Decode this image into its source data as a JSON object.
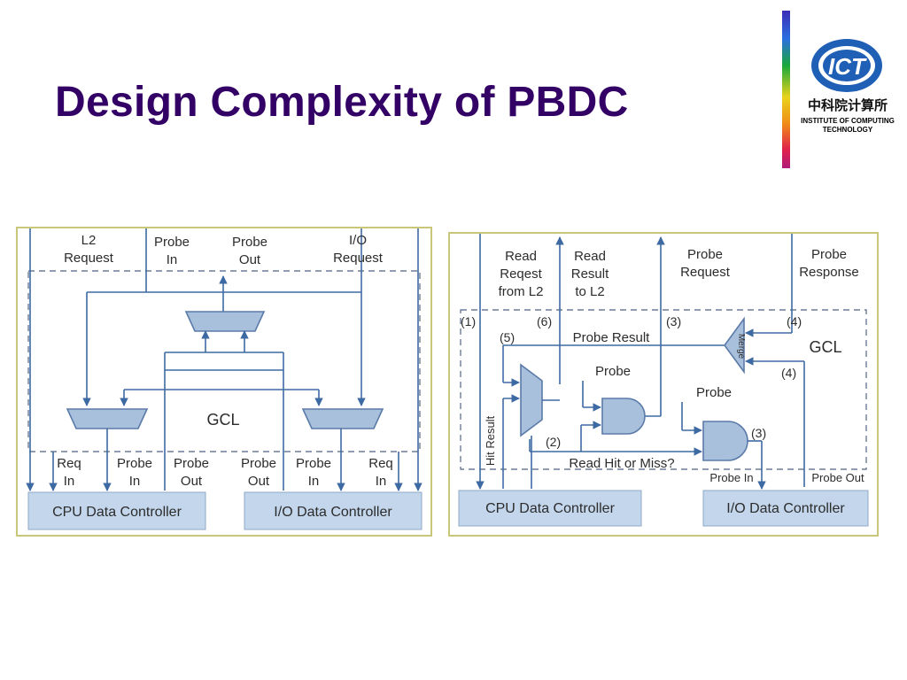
{
  "slide": {
    "title": "Design Complexity of PBDC"
  },
  "logo": {
    "mark": "ICT",
    "chinese": "中科院计算所",
    "line1": "INSTITUTE OF COMPUTING",
    "line2": "TECHNOLOGY"
  },
  "left_diagram": {
    "top_labels": {
      "l2_request_1": "L2",
      "l2_request_2": "Request",
      "probe_in_1": "Probe",
      "probe_in_2": "In",
      "probe_out_1": "Probe",
      "probe_out_2": "Out",
      "io_request_1": "I/O",
      "io_request_2": "Request"
    },
    "gcl": "GCL",
    "bottom_labels": [
      {
        "l1": "Req",
        "l2": "In"
      },
      {
        "l1": "Probe",
        "l2": "In"
      },
      {
        "l1": "Probe",
        "l2": "Out"
      },
      {
        "l1": "Probe",
        "l2": "Out"
      },
      {
        "l1": "Probe",
        "l2": "In"
      },
      {
        "l1": "Req",
        "l2": "In"
      }
    ],
    "cpu_controller": "CPU Data Controller",
    "io_controller": "I/O Data Controller"
  },
  "right_diagram": {
    "top_labels": {
      "read_request_1": "Read",
      "read_request_2": "Reqest",
      "read_request_3": "from L2",
      "read_result_1": "Read",
      "read_result_2": "Result",
      "read_result_3": "to L2",
      "probe_request_1": "Probe",
      "probe_request_2": "Request",
      "probe_response_1": "Probe",
      "probe_response_2": "Response"
    },
    "markers": {
      "m1": "(1)",
      "m6": "(6)",
      "m3a": "(3)",
      "m4a": "(4)",
      "m5": "(5)",
      "m4b": "(4)",
      "m2": "(2)",
      "m3b": "(3)"
    },
    "probe_result": "Probe Result",
    "gcl": "GCL",
    "merge": "Merge",
    "probe_1": "Probe",
    "probe_2": "Probe",
    "hit_result": "Hit Result",
    "read_hit_miss": "Read Hit or Miss?",
    "probe_in": "Probe In",
    "probe_out": "Probe Out",
    "cpu_controller": "CPU Data Controller",
    "io_controller": "I/O Data Controller"
  }
}
